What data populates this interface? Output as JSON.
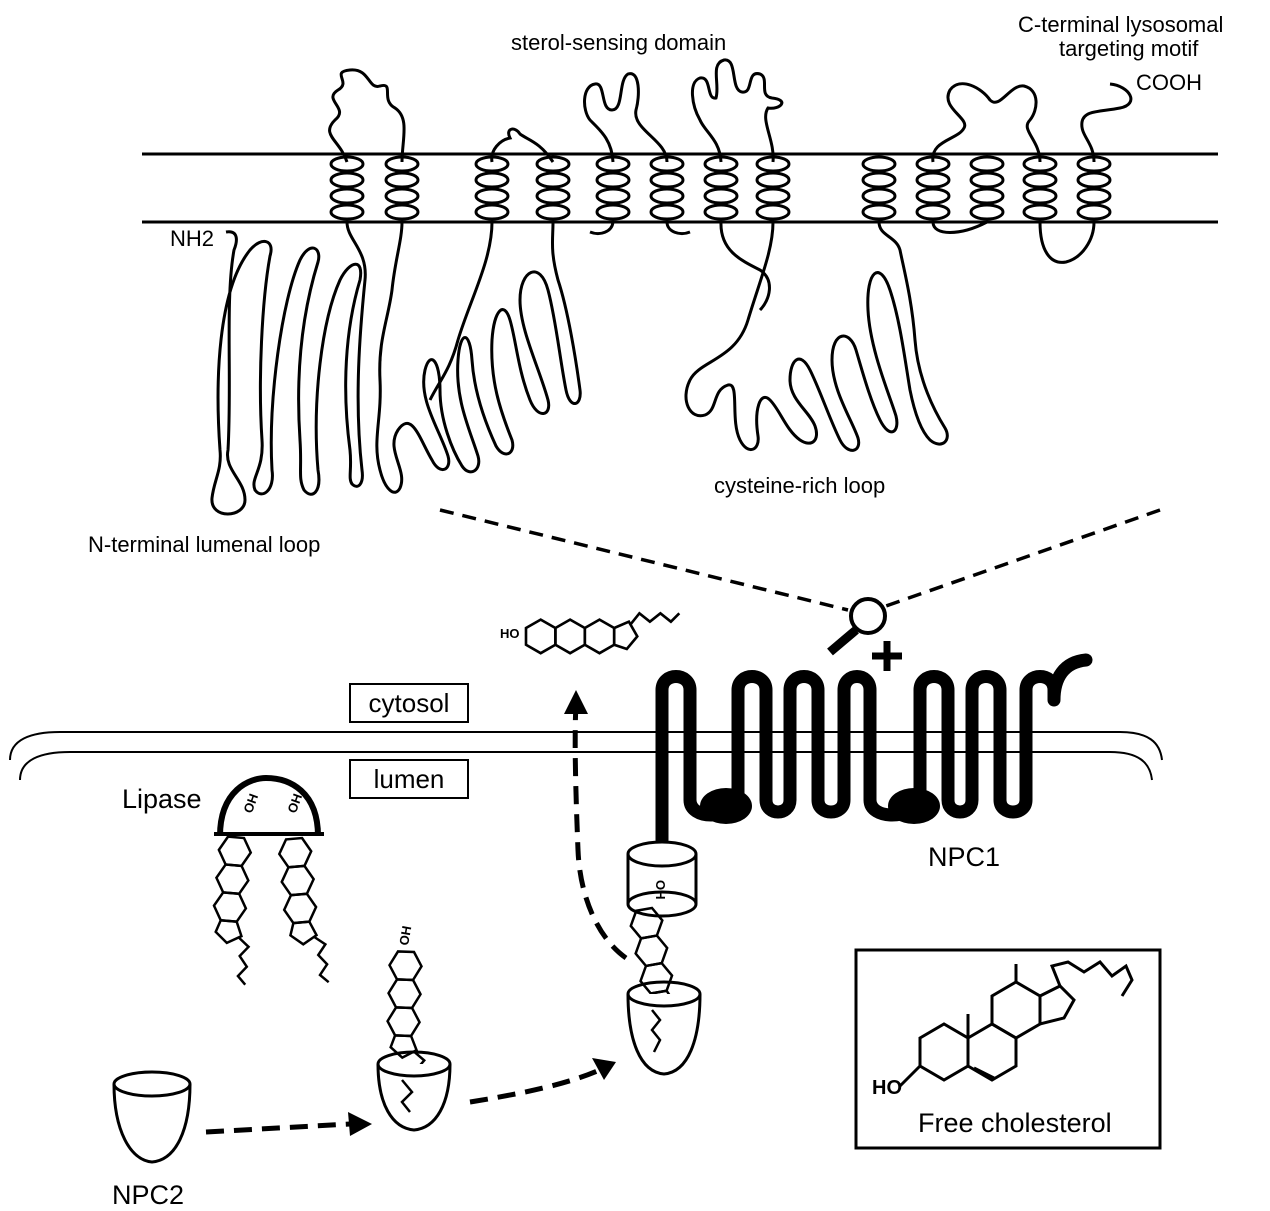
{
  "top_diagram": {
    "labels": {
      "sterol_sensing": "sterol-sensing domain",
      "c_terminal_line1": "C-terminal lysosomal",
      "c_terminal_line2": "targeting motif",
      "cooh": "COOH",
      "nh2": "NH2",
      "cysteine_rich": "cysteine-rich loop",
      "n_terminal": "N-terminal lumenal loop"
    }
  },
  "bottom_diagram": {
    "labels": {
      "cytosol": "cytosol",
      "lumen": "lumen",
      "lipase": "Lipase",
      "npc1": "NPC1",
      "npc2": "NPC2",
      "ho": "HO",
      "oh": "OH"
    },
    "inset": {
      "ho": "HO",
      "caption": "Free cholesterol"
    }
  }
}
